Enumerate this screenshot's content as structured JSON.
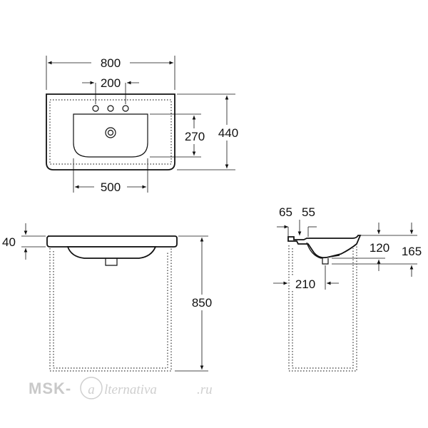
{
  "top_view": {
    "width_label": "800",
    "tap_spacing_label": "200",
    "basin_depth_label": "270",
    "depth_label": "440",
    "bowl_width_label": "500"
  },
  "front_view": {
    "top_thickness_label": "40",
    "height_label": "850"
  },
  "side_view": {
    "offset_a_label": "65",
    "offset_b_label": "55",
    "bowl_depth_label": "120",
    "total_depth_label": "165",
    "drain_offset_label": "210"
  },
  "watermark": {
    "brand_left": "MSK-",
    "brand_right": "lternativa",
    "domain_suffix": ".ru",
    "logo_letter": "a"
  }
}
